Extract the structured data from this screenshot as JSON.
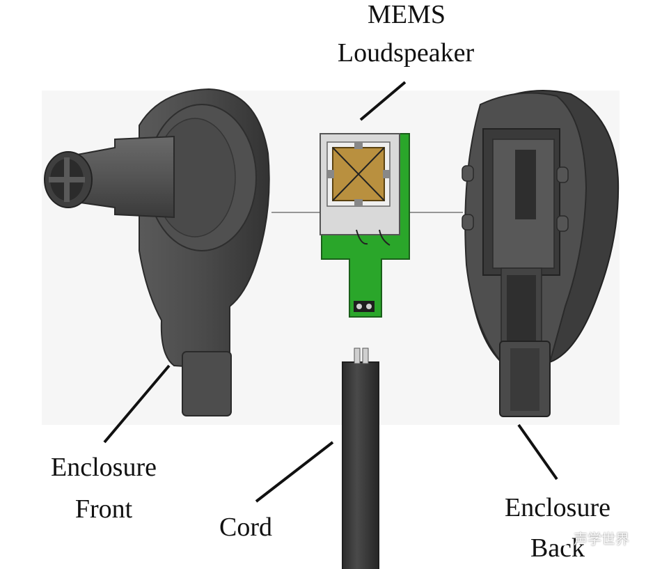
{
  "labels": {
    "mems_line1": "MEMS",
    "mems_line2": "Loudspeaker",
    "front_line1": "Enclosure",
    "front_line2": "Front",
    "cord": "Cord",
    "back_line1": "Enclosure",
    "back_line2": "Back"
  },
  "watermark": {
    "text": "声学世界",
    "icon": "wechat-icon"
  },
  "colors": {
    "enclosure": "#4b4b4b",
    "pcb": "#2aa62a",
    "chip_frame": "#d9d9d9",
    "membrane": "#b9903f",
    "cord": "#3a3a3a"
  }
}
